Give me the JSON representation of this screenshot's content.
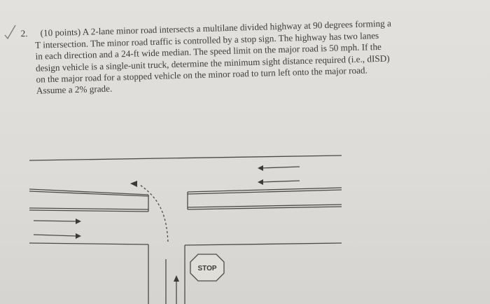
{
  "problem": {
    "number": "2.",
    "lines": [
      "(10 points) A 2-lane minor road intersects a multilane divided highway at 90 degrees forming a",
      "T intersection.  The minor road traffic is controlled by a stop sign.  The highway has two lanes",
      "in each direction and a 24-ft wide median.  The speed limit on the major road is 50 mph.  If the",
      "design vehicle is a single-unit truck, determine the minimum sight distance required (i.e., dISD)",
      "on the major road for a stopped vehicle on the minor road to turn left onto the major road.",
      "Assume a 2% grade."
    ]
  },
  "diagram": {
    "stop_sign_label": "STOP"
  }
}
